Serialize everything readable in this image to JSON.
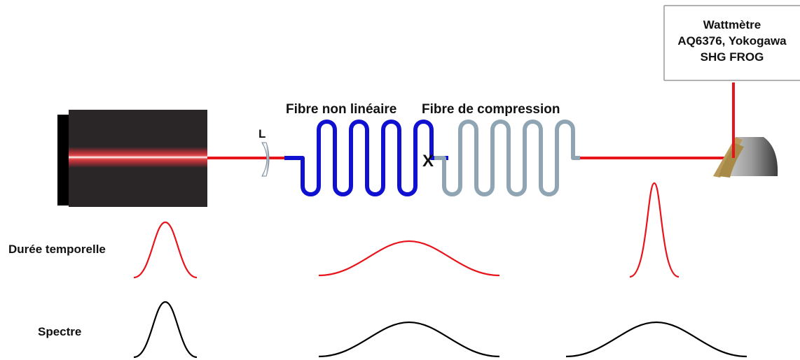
{
  "labels": {
    "nonlinear_fiber": "Fibre non linéaire",
    "compression_fiber": "Fibre de compression",
    "lens": "L",
    "splice_mark": "X",
    "temporal_duration": "Durée temporelle",
    "spectrum": "Spectre"
  },
  "instruments": {
    "line1": "Wattmètre",
    "line2": "AQ6376, Yokogawa",
    "line3": "SHG FROG"
  },
  "colors": {
    "laser_beam": "#e8141c",
    "nonlinear_fiber": "#1010d0",
    "compression_fiber": "#8fa5b3",
    "laser_body": "#2a2628",
    "temporal_profile": "#e8141c",
    "spectral_profile": "#000000"
  },
  "components": [
    {
      "name": "laser-source",
      "icon": "laser-box-icon"
    },
    {
      "name": "lens",
      "icon": "lens-icon"
    },
    {
      "name": "nonlinear-fiber",
      "icon": "fiber-coil-icon"
    },
    {
      "name": "splice",
      "icon": "cross-icon"
    },
    {
      "name": "compression-fiber",
      "icon": "fiber-coil-icon"
    },
    {
      "name": "mirror",
      "icon": "parabolic-mirror-icon"
    }
  ]
}
